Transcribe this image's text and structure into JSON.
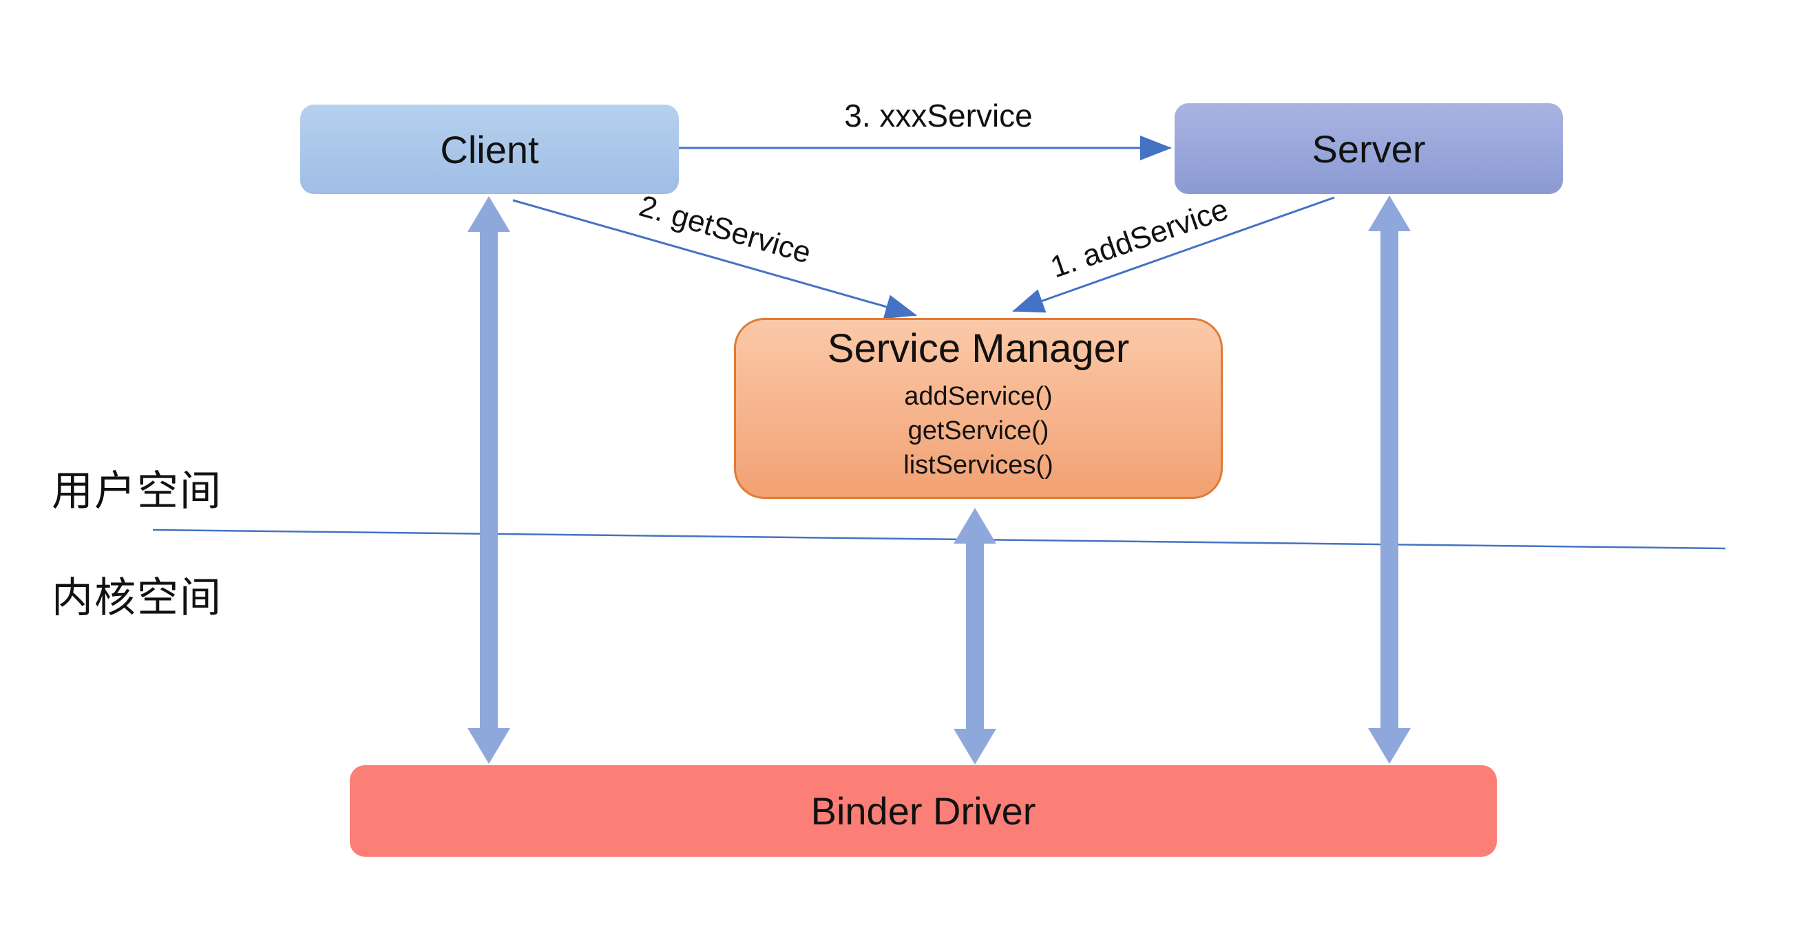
{
  "theme": {
    "thin": "#4472c4",
    "thick": "#8fa8dc",
    "client-top": "#b6d1ee",
    "client-bottom": "#9fbde5",
    "server-top": "#a9b4e2",
    "server-bottom": "#8b9ad3",
    "sm-top": "#fbc9a8",
    "sm-bottom": "#f2a173",
    "sm-border": "#e07b35",
    "binder-fill": "#fb7e77"
  },
  "boxes": {
    "client": {
      "label": "Client"
    },
    "server": {
      "label": "Server"
    },
    "service_manager": {
      "title": "Service Manager",
      "methods": [
        "addService()",
        "getService()",
        "listServices()"
      ]
    },
    "binder_driver": {
      "label": "Binder Driver"
    }
  },
  "arrows": {
    "xxx_service": {
      "label": "3. xxxService"
    },
    "get_service": {
      "label": "2. getService"
    },
    "add_service": {
      "label": "1. addService"
    }
  },
  "regions": {
    "user_space": {
      "label": "用户空间"
    },
    "kernel_space": {
      "label": "内核空间"
    }
  }
}
